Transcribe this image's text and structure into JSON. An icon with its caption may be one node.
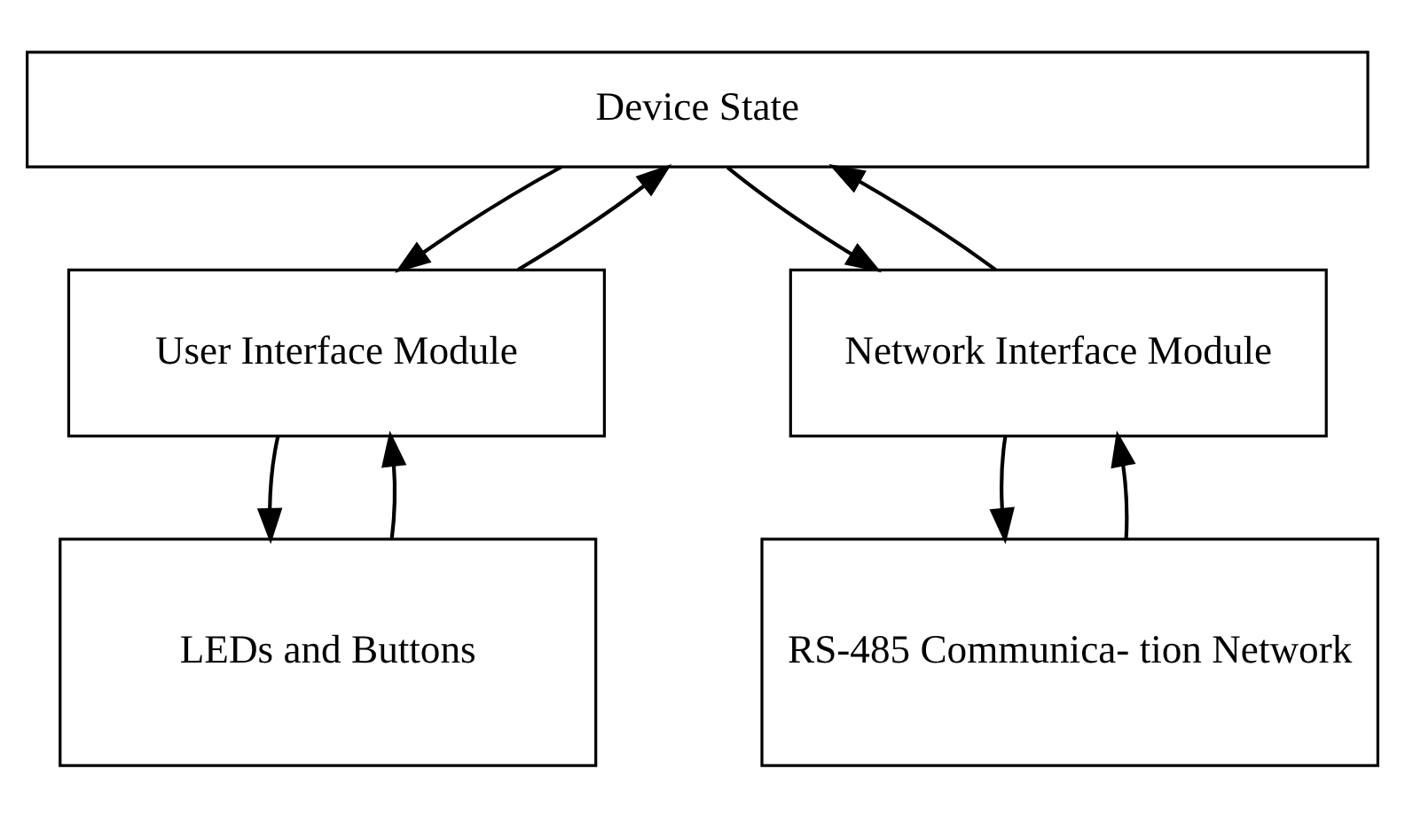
{
  "diagram": {
    "nodes": [
      {
        "text": [
          "Device State"
        ]
      },
      {
        "text": [
          "User Interface Module"
        ]
      },
      {
        "text": [
          "Network Interface Module"
        ]
      },
      {
        "text": [
          "LEDs and Buttons"
        ]
      },
      {
        "text": [
          "RS-485 Communica- tion Network"
        ]
      }
    ],
    "edges": [
      {
        "from": 0,
        "to": 1,
        "arrow": "to"
      },
      {
        "from": 1,
        "to": 0,
        "arrow": "to"
      },
      {
        "from": 0,
        "to": 2,
        "arrow": "to"
      },
      {
        "from": 2,
        "to": 0,
        "arrow": "to"
      },
      {
        "from": 1,
        "to": 3,
        "arrow": "to"
      },
      {
        "from": 3,
        "to": 1,
        "arrow": "to"
      },
      {
        "from": 2,
        "to": 4,
        "arrow": "to"
      },
      {
        "from": 4,
        "to": 2,
        "arrow": "to"
      }
    ]
  }
}
